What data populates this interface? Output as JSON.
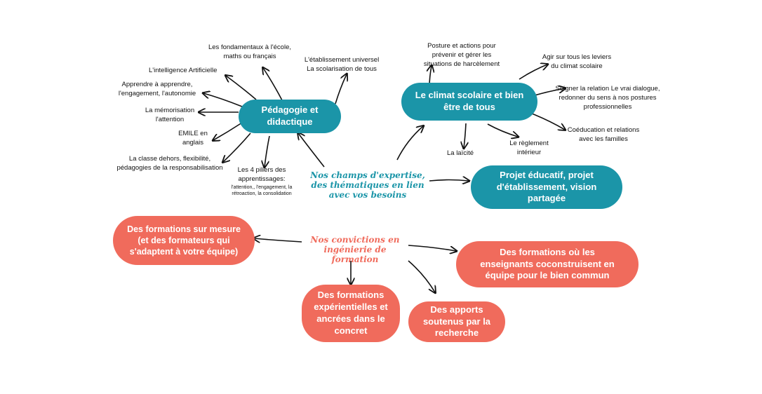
{
  "center_titles": {
    "expertise": "Nos champs d'expertise, des thématiques en lien avec vos besoins",
    "convictions": "Nos convictions en ingénierie de formation"
  },
  "nodes": {
    "pedagogie": "Pédagogie et didactique",
    "climat": "Le climat scolaire et bien être de tous",
    "projet": "Projet éducatif, projet d'établissement, vision partagée",
    "sur_mesure": "Des formations sur mesure (et des formateurs qui s'adaptent à votre équipe)",
    "coconstruisent": "Des formations où les enseignants coconstruisent en équipe pour le bien commun",
    "experientielles": "Des formations expérientielles et ancrées dans le concret",
    "apports": "Des apports soutenus par la recherche"
  },
  "pedagogie_leaves": {
    "fondamentaux": "Les fondamentaux à l'école, maths ou français",
    "etablissement": "L'établissement universel La scolarisation de tous",
    "ia": "L'intelligence Artificielle",
    "apprendre": "Apprendre à apprendre, l'engagement, l'autonomie",
    "memorisation": "La mémorisation l'attention",
    "emile": "EMILE en anglais",
    "classe_dehors": "La classe dehors, flexibilité, pédagogies de la responsabilisation",
    "piliers": "Les 4 piliers des apprentissages:",
    "piliers_detail": "l'attention,, l'engagement, la rétroaction, la consolidation"
  },
  "climat_leaves": {
    "posture": "Posture et actions pour prévenir et gérer les situations de harcèlement",
    "leviers": "Agir sur tous les leviers du climat scolaire",
    "relation": "Soigner la relation Le vrai dialogue, redonner du sens à nos postures professionnelles",
    "coeducation": "Coéducation et relations avec les familles",
    "reglement": "Le règlement intérieur",
    "laicite": "La laïcité"
  },
  "colors": {
    "teal": "#1b95a8",
    "coral": "#f06b5c",
    "expertise_text": "#1b95a8",
    "convictions_text": "#f06b5c"
  }
}
